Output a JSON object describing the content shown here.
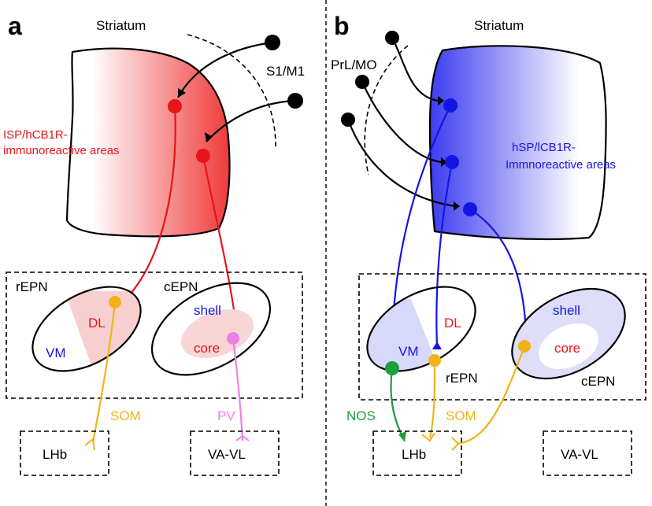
{
  "panel_a": {
    "letter": "a",
    "striatum_label": "Striatum",
    "cortex_label": "S1/M1",
    "area_label_line1": "ISP/hCB1R-",
    "area_label_line2": "immunoreactive areas",
    "repn_label": "rEPN",
    "cepn_label": "cEPN",
    "dl_label": "DL",
    "vm_label": "VM",
    "shell_label": "shell",
    "core_label": "core",
    "som_label": "SOM",
    "pv_label": "PV",
    "lhb_label": "LHb",
    "vavl_label": "VA-VL"
  },
  "panel_b": {
    "letter": "b",
    "striatum_label": "Striatum",
    "cortex_label": "PrL/MO",
    "area_label_line1": "hSP/lCB1R-",
    "area_label_line2": "Immnoreactive areas",
    "repn_label": "rEPN",
    "cepn_label": "cEPN",
    "dl_label": "DL",
    "vm_label": "VM",
    "shell_label": "shell",
    "core_label": "core",
    "nos_label": "NOS",
    "som_label": "SOM",
    "lhb_label": "LHb",
    "vavl_label": "VA-VL"
  },
  "colors": {
    "red": "#e8141a",
    "blue": "#1414e6",
    "orange": "#f2b21a",
    "pink": "#ee7fe8",
    "green": "#1e9e3c",
    "black": "#000000"
  }
}
